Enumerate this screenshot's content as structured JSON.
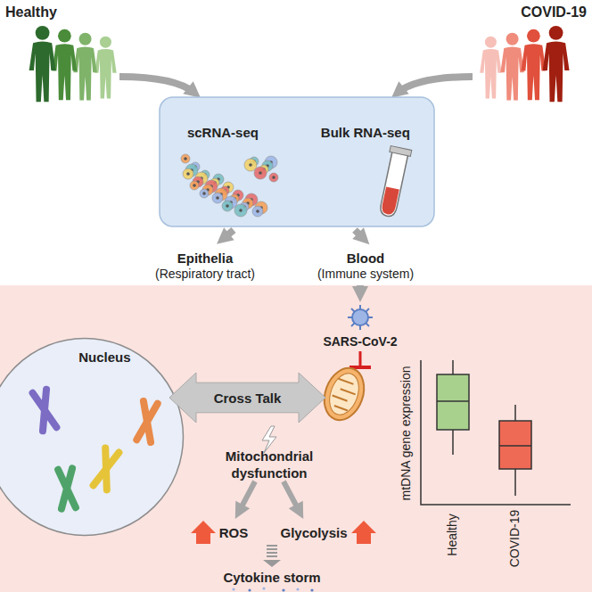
{
  "diagram": {
    "nodes": [
      {
        "text": [
          "scRNA-seq",
          "Bulk RNA-seq"
        ]
      },
      {
        "text": [
          "Nucleus"
        ]
      },
      {
        "text": [
          "Cross Talk"
        ]
      }
    ],
    "labels": [
      "Healthy",
      "COVID-19",
      "Epithelia",
      "(Respiratory tract)",
      "Blood",
      "(Immune system)",
      "SARS-CoV-2",
      "Mitochondrial dysfunction",
      "ROS",
      "Glycolysis",
      "Cytokine storm",
      "mtDNA gene expression",
      "Healthy",
      "COVID-19"
    ]
  }
}
